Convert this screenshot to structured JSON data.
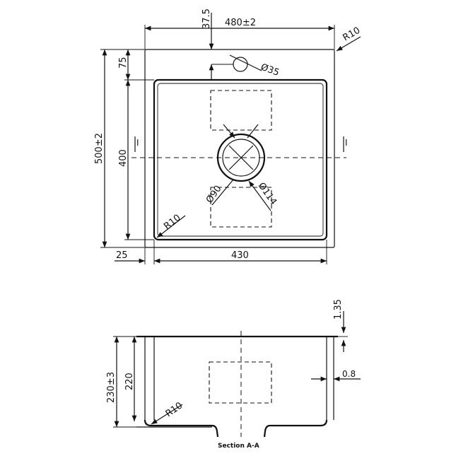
{
  "top_view": {
    "dimensions": {
      "overall_width": "480±2",
      "overall_depth": "500±2",
      "inner_width": "430",
      "inner_depth": "400",
      "front_margin": "25",
      "back_margin": "75",
      "tap_offset": "37.5",
      "tap_hole": "Ø35",
      "corner_radius_outer": "R10",
      "corner_radius_inner": "R10",
      "drain_diameter": "Ø90",
      "drain_outlet": "Ø114"
    },
    "section_marker": "I"
  },
  "section_view": {
    "dimensions": {
      "overall_height": "230±3",
      "inner_height": "220",
      "flange_thickness": "1.35",
      "wall_thickness": "0.8",
      "corner_radius": "R10"
    },
    "caption": "Section A-A"
  }
}
